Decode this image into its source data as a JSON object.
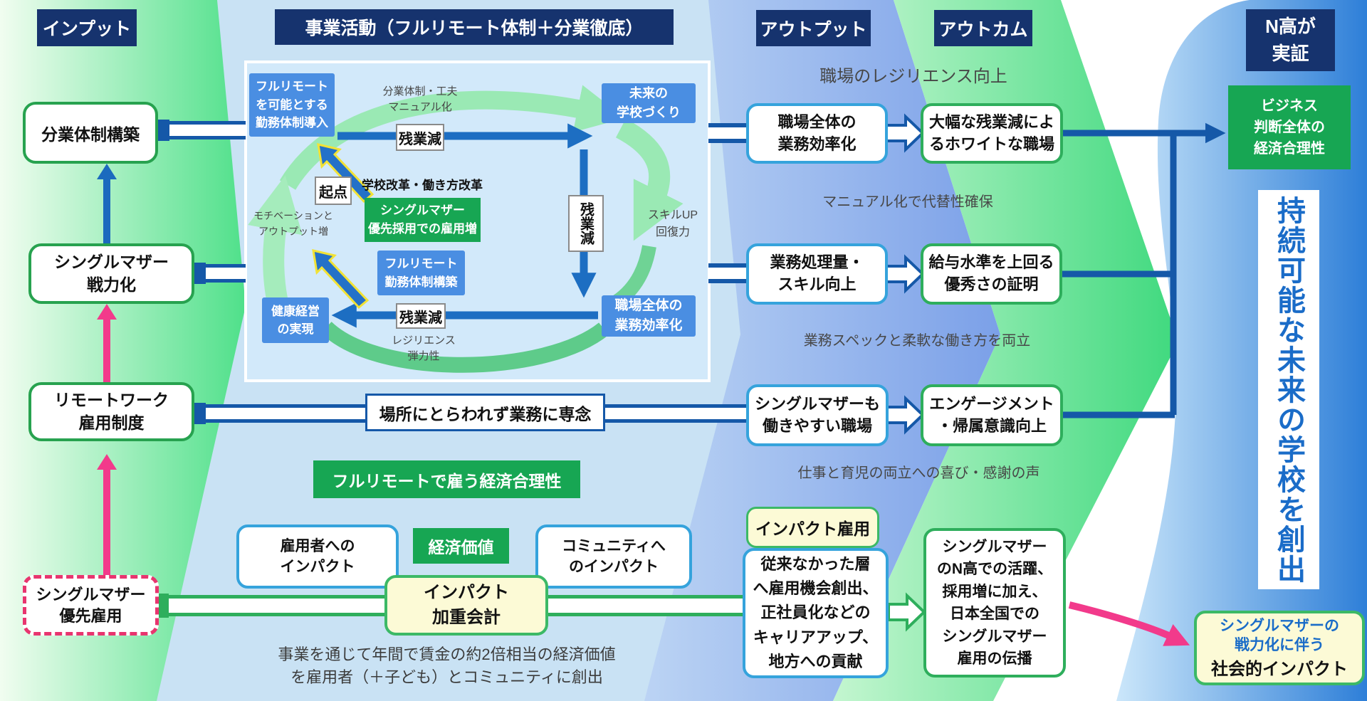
{
  "headers": {
    "input": "インプット",
    "activities": "事業活動（フルリモート体制＋分業徹底）",
    "output": "アウトプット",
    "outcome": "アウトカム",
    "nko": "N高が\n実証"
  },
  "inputs": {
    "division": "分業体制構築",
    "sm_strength": "シングルマザー\n戦力化",
    "remote_system": "リモートワーク\n雇用制度",
    "sm_priority": "シングルマザー\n優先雇用"
  },
  "panel": {
    "enable": "フルリモート\nを可能とする\n勤務体制導入",
    "division_note": "分業体制・工夫\nマニュアル化",
    "future": "未来の\n学校づくり",
    "z_top": "残業減",
    "kiten": "起点",
    "reform": "学校改革・働き方改革",
    "sm_hire": "シングルマザー\n優先採用での雇用増",
    "z_mid": "残業減",
    "motivation": "モチベーションと\nアウトプット増",
    "skill": "スキルUP\n回復力",
    "build": "フルリモート\n勤務体制構築",
    "kenko": "健康経営\nの実現",
    "z_bottom": "残業減",
    "efficiency": "職場全体の\n業務効率化",
    "resilience": "レジリエンス\n弾力性"
  },
  "middle": {
    "basho": "場所にとらわれず業務に専念",
    "banner": "フルリモートで雇う経済合理性",
    "employer": "雇用者への\nインパクト",
    "econ": "経済価値",
    "community": "コミュニティへ\nのインパクト",
    "weighting": "インパクト\n加重会計",
    "note": "事業を通じて年間で賃金の約2倍相当の経済価値\nを雇用者（＋子ども）とコミュニティに創出"
  },
  "outputs": {
    "efficiency": "職場全体の\n業務効率化",
    "volume": "業務処理量・\nスキル向上",
    "sm_workplace": "シングルマザーも\n働きやすい職場",
    "impact_label": "インパクト雇用",
    "opportunity": "従来なかった層\nへ雇用機会創出、\n正社員化などの\nキャリアアップ、\n地方への貢献"
  },
  "outcomes": {
    "white_workplace": "大幅な残業減によ\nるホワイトな職場",
    "salary": "給与水準を上回る\n優秀さの証明",
    "engagement": "エンゲージメント\n・帰属意識向上",
    "spread": "シングルマザー\nのN高での活躍、\n採用増に加え、\n日本全国での\nシングルマザー\n雇用の伝播"
  },
  "annotations": {
    "resilience_up": "職場のレジリエンス向上",
    "manual": "マニュアル化で代替性確保",
    "spec": "業務スペックと柔軟な働き方を両立",
    "joy": "仕事と育児の両立への喜び・感謝の声"
  },
  "right": {
    "business": "ビジネス\n判断全体の\n経済合理性",
    "vision": "持続可能な未来の学校を創出",
    "social_blue": "シングルマザーの\n戦力化に伴う",
    "social_black": "社会的インパクト"
  },
  "colors": {
    "navy": "#16336e",
    "green": "#17a653",
    "panel_box_blue": "#4a8ee2",
    "arrow_blue": "#1d6ec2",
    "connector_blue": "#1558a8",
    "pink": "#f23a8b",
    "outcome_border": "#2eae5c",
    "output_border": "#35a3dc",
    "cream": "#fcfad6"
  }
}
